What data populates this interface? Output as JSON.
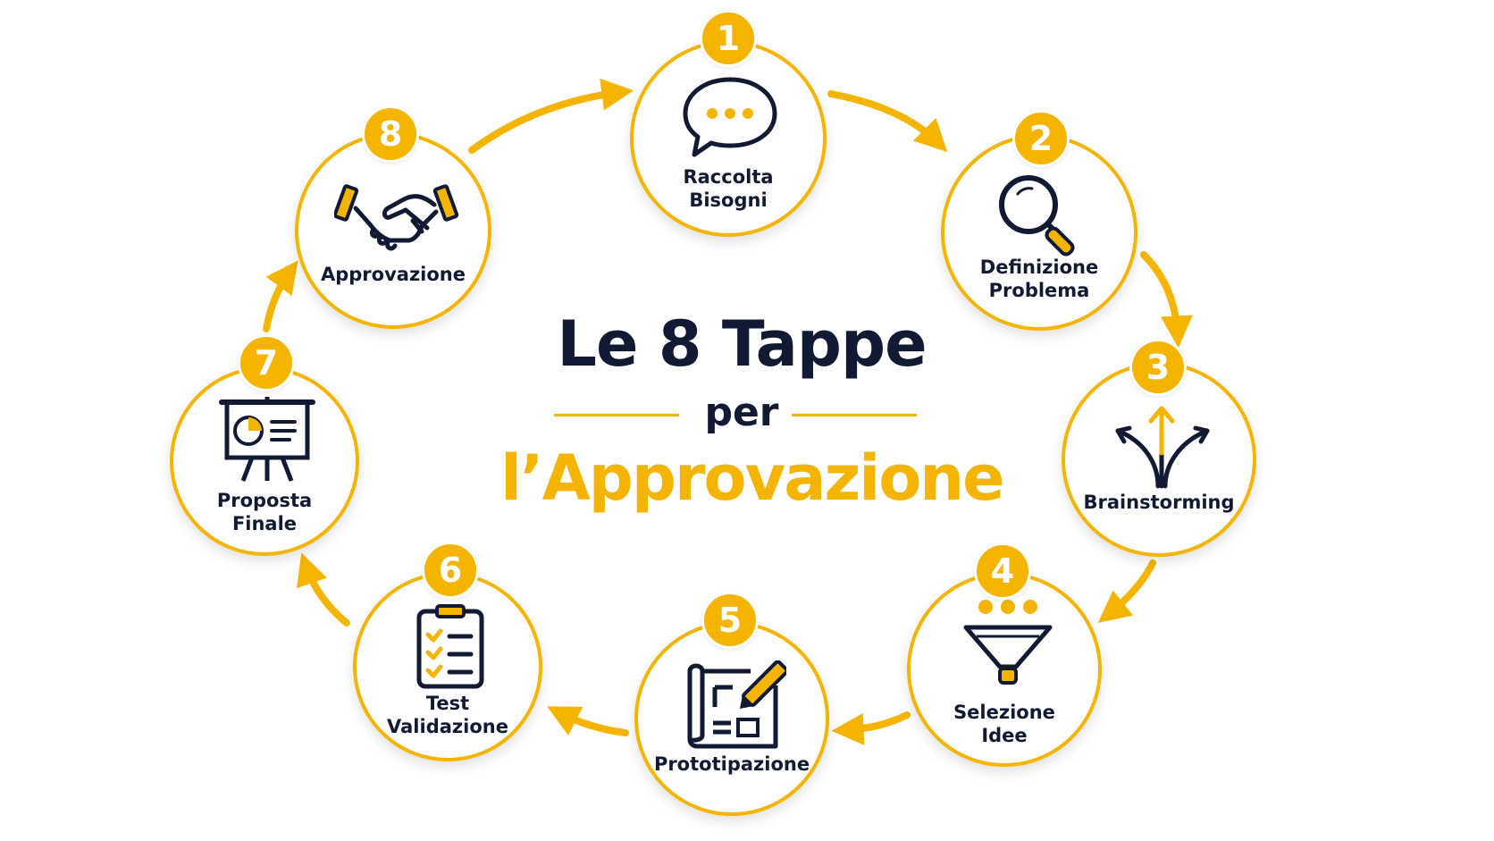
{
  "title": {
    "line1": "Le 8 Tappe",
    "line2": "per",
    "line3": "l’Approvazione"
  },
  "colors": {
    "accent": "#f4b400",
    "text": "#111a33"
  },
  "steps": [
    {
      "number": "1",
      "label": "Raccolta\nBisogni",
      "icon": "speech-bubble-icon"
    },
    {
      "number": "2",
      "label": "Definizione\nProblema",
      "icon": "magnifying-glass-icon"
    },
    {
      "number": "3",
      "label": "Brainstorming",
      "icon": "branching-arrows-icon"
    },
    {
      "number": "4",
      "label": "Selezione\nIdee",
      "icon": "funnel-icon"
    },
    {
      "number": "5",
      "label": "Prototipazione",
      "icon": "blueprint-pencil-icon"
    },
    {
      "number": "6",
      "label": "Test\nValidazione",
      "icon": "checklist-clipboard-icon"
    },
    {
      "number": "7",
      "label": "Proposta\nFinale",
      "icon": "presentation-board-icon"
    },
    {
      "number": "8",
      "label": "Approvazione",
      "icon": "handshake-icon"
    }
  ]
}
